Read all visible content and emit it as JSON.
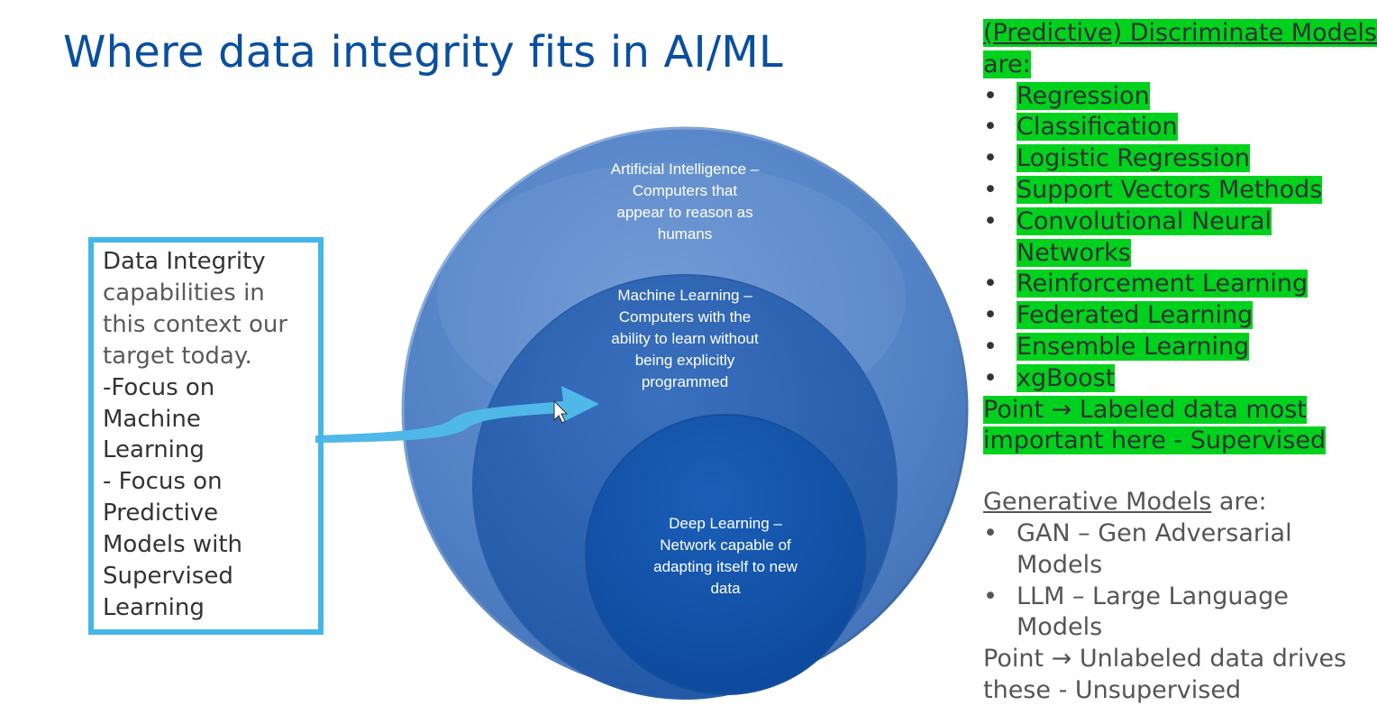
{
  "slide": {
    "title": "Where data integrity fits in AI/ML"
  },
  "left_box": {
    "lines": [
      "Data Integrity",
      "capabilities in",
      "this context our",
      "target today.",
      "-Focus on",
      "Machine",
      "Learning",
      "- Focus on",
      "Predictive",
      "Models with",
      "Supervised",
      "Learning"
    ]
  },
  "diagram": {
    "ai": {
      "lines": [
        "Artificial Intelligence –",
        "Computers that",
        "appear to reason as",
        "humans"
      ]
    },
    "ml": {
      "lines": [
        "Machine Learning –",
        "Computers with the",
        "ability to learn without",
        "being explicitly",
        "programmed"
      ]
    },
    "dl": {
      "lines": [
        "Deep Learning –",
        "Network capable of",
        "adapting itself to new",
        "data"
      ]
    }
  },
  "discriminative": {
    "heading": "(Predictive) Discriminate Models",
    "heading_suffix": "are:",
    "bullet_char": "•",
    "items": [
      [
        "Regression"
      ],
      [
        "Classification"
      ],
      [
        "Logistic Regression"
      ],
      [
        "Support Vectors Methods"
      ],
      [
        "Convolutional Neural",
        "Networks"
      ],
      [
        "Reinforcement Learning"
      ],
      [
        "Federated Learning"
      ],
      [
        "Ensemble Learning"
      ],
      [
        "xgBoost"
      ]
    ],
    "point_lines": [
      "Point → Labeled data most",
      "important here - Supervised"
    ]
  },
  "generative": {
    "heading": "Generative Models",
    "heading_suffix": " are:",
    "items": [
      [
        "GAN – Gen Adversarial",
        "Models"
      ],
      [
        "LLM – Large Language",
        "Models"
      ]
    ],
    "point_lines": [
      "Point → Unlabeled data drives",
      "these - Unsupervised"
    ]
  },
  "colors": {
    "title": "#0a4f9e",
    "box_border": "#45b6e8",
    "highlight": "#00d11d",
    "arrow": "#4fb8e9"
  }
}
